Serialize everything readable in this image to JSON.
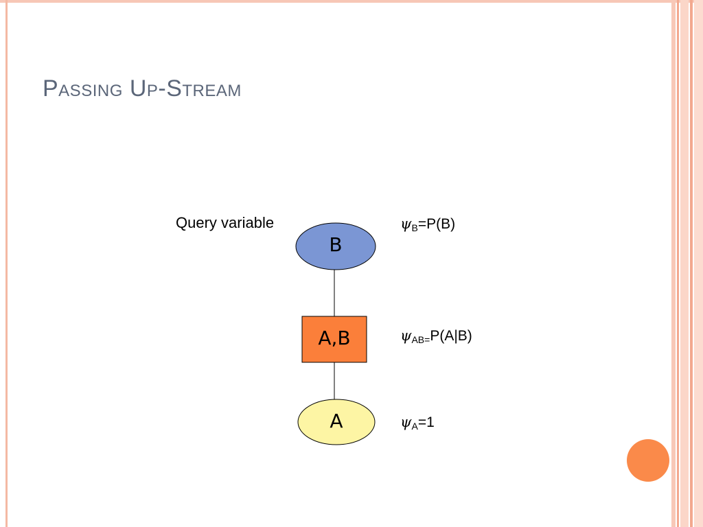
{
  "slide": {
    "title": "Passing Up-Stream"
  },
  "diagram": {
    "query_label": "Query variable",
    "nodes": {
      "top": {
        "label": "B",
        "fill": "#7b96d4"
      },
      "middle": {
        "label": "A,B",
        "fill": "#fb7f3a"
      },
      "bottom": {
        "label": "A",
        "fill": "#fdf5a4"
      }
    },
    "potentials": {
      "b": {
        "symbol": "ψ",
        "subscript": "B",
        "value": "=P(B)"
      },
      "ab": {
        "symbol": "ψ",
        "subscript": "AB=",
        "value": "P(A|B)"
      },
      "a": {
        "symbol": "ψ",
        "subscript": "A",
        "value": "=1"
      }
    }
  },
  "colors": {
    "title": "#5b6679",
    "accent_circle": "#fa8a4a",
    "frame": "#f4b9a3"
  }
}
